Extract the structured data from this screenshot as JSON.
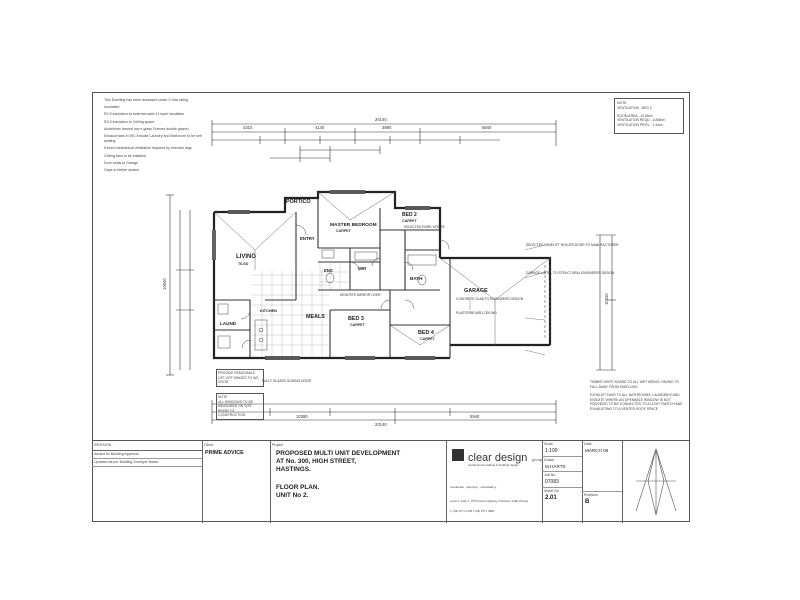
{
  "notes": [
    "This Dwelling has been assessed under 5 Star rating",
    "Insulation:",
    "R2.5 insulation to external walls 1x layer insulation",
    "R3.5 insulation to Ceiling space",
    "Aluminium framed low e-glass Frames double glazed",
    "Exhaust fans in WC Ensuite Laundry and Bathroom to be self sealing",
    "If fixed mechanical ventilation required by relevant regs",
    "Ceiling fans to be installed",
    "Door seals to Garage",
    "Gaps in timber sealed"
  ],
  "ventilation": {
    "title": "NOTE:",
    "line1": "VENTILATION - BED 2",
    "line2": "ROOM AREA - 10.86m²",
    "line3": "VENTILATION REQD - 0.868m²",
    "line4": "VENTILATION PROV - 1.44m²"
  },
  "rooms": {
    "portico": "PORTICO",
    "entry": "ENTRY",
    "master": "MASTER BEDROOM",
    "master_sub": "CARPET",
    "bed2": "BED 2",
    "bed2_sub": "CARPET",
    "living": "LIVING",
    "living_sub": "TILED",
    "ens": "ENS",
    "wir": "WIR",
    "bath": "BATH",
    "garage": "GARAGE",
    "laund": "LAUND",
    "meals": "MEALS",
    "bed3": "BED 3",
    "bed3_sub": "CARPET",
    "bed4": "BED 4",
    "bed4_sub": "CARPET",
    "kitchen": "KITCHEN"
  },
  "annotations": {
    "garage_note1": "SELECTED PANELIFT ROLLER DOOR TO MANUFACTURER",
    "garage_note2": "GARAGE LINTEL TO STRUCTURAL ENGINEERS DESIGN",
    "garage_note3": "PLASTERBOARD CEILING",
    "slab_note": "CONCRETE SLAB TO ENGINEERS DESIGN",
    "robe": "SELECTED ROBE DOORS",
    "mirror": "DENOTES MIRROR OVER",
    "left_note_title": "NOTE",
    "left_note": "ALL WINDOWS TO BE MEASURED ON SITE PRIOR TO CONSTRUCTION",
    "left_note2": "PROVIDE REMOVABLE LIFT-OFF HINGES TO WC DOOR",
    "right_note": "EXHAUST FANS TO ALL BATHROOMS, LAUNDRIES AND ENSUITE WHERE AN OPENABLE WINDOW IS NOT PROVIDED TO BE CONNECTED TO A LIGHT SWITCH AND EXHAUSTING TO A VENTED ROOF SPACE",
    "right_note_top": "TIMBER SKIRT BOARD TO ALL WET AREAS, PAVING TO FALL AWAY FROM DWELLING",
    "sliding": "FULLY GLAZED SLIDING DOOR"
  },
  "dimensions": {
    "overall_top": "20140",
    "top_a": "4310",
    "top_b": "4140",
    "top_c": "3890",
    "top_d": "5840",
    "overall_bottom": "20140",
    "bottom_a": "10390",
    "bottom_b": "5940",
    "left_total": "10840",
    "right_total": "10840"
  },
  "title_block": {
    "revision_header": "REVISION",
    "rev_row1": "Issued for Building Approval",
    "rev_row2": "Updated as per Building Surveyor Notes",
    "client_label": "Client",
    "client": "PRIME ADVICE",
    "project_label": "Project",
    "project_line1": "PROPOSED MULTI UNIT DEVELOPMENT",
    "project_line2": "AT No. 300, HIGH STREET,",
    "project_line3": "HASTINGS.",
    "drawing_line1": "FLOOR PLAN.",
    "drawing_line2": "UNIT No 2.",
    "brand_name": "clear design",
    "brand_suffix": "group",
    "brand_tagline": "architectural drafting & building design",
    "brand_services": "residential · planning · consultancy",
    "brand_address": "Level 1, Suite 1, 375 Princes Highway, Frankston 3199 Victoria",
    "brand_contact": "p: (03) 9771 4700  f: (03) 9771 4800",
    "scale_label": "Scale",
    "scale": "1:100",
    "drawn_label": "Drawn",
    "drawn": "M.HARTS",
    "date_label": "Date",
    "date": "MARCH 08",
    "job_label": "Job No",
    "job": "07083",
    "sheet_label": "Sheet No",
    "sheet": "2.01",
    "rev_label": "Revision",
    "rev": "B"
  }
}
